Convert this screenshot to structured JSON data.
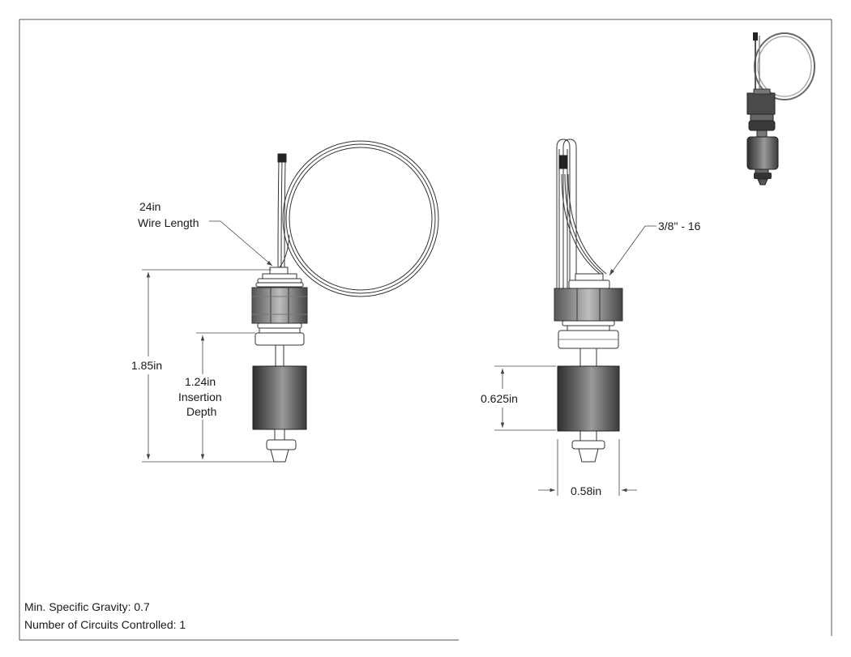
{
  "labels": {
    "wire_length_value": "24in",
    "wire_length_text": "Wire Length",
    "overall_height": "1.85in",
    "insertion_value": "1.24in",
    "insertion_line1": "Insertion",
    "insertion_line2": "Depth",
    "thread": "3/8\" - 16",
    "float_height": "0.625in",
    "float_diameter": "0.58in"
  },
  "notes": {
    "min_specific_gravity": "Min. Specific Gravity: 0.7",
    "circuits_controlled": "Number of Circuits Controlled: 1"
  },
  "colors": {
    "line": "#333333",
    "dimension": "#444444",
    "shade_dark": "#3a3a3a",
    "shade_mid": "#7a7a7a",
    "shade_light": "#c8c8c8"
  }
}
